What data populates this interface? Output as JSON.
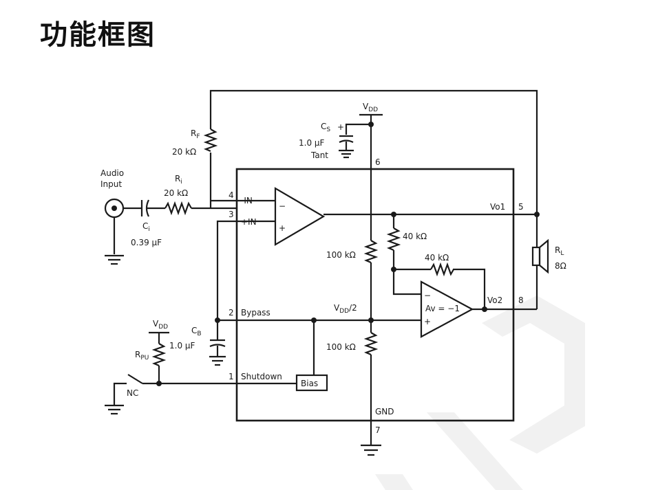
{
  "title": "功能框图",
  "labels": {
    "vdd_top_main": "V",
    "vdd_top_sub": "DD",
    "cs_main": "C",
    "cs_sub": "S",
    "cs_value": "1.0 µF",
    "cs_type": "Tant",
    "pin6": "6",
    "rf_main": "R",
    "rf_sub": "F",
    "rf_value": "20 kΩ",
    "audio_input_1": "Audio",
    "audio_input_2": "Input",
    "ri_main": "R",
    "ri_sub": "i",
    "ri_value": "20 kΩ",
    "ci_main": "C",
    "ci_sub": "i",
    "ci_value": "0.39 µF",
    "pin4": "4",
    "in_minus": "-IN",
    "pin3": "3",
    "in_plus": "+IN",
    "op1_minus": "−",
    "op1_plus": "+",
    "vo1": "Vo1",
    "pin5": "5",
    "r40a": "40 kΩ",
    "r40b": "40 kΩ",
    "r100a": "100 kΩ",
    "r100b": "100 kΩ",
    "rl_main": "R",
    "rl_sub": "L",
    "rl_value": "8Ω",
    "op2_minus": "−",
    "op2_plus": "+",
    "av": "Av = −1",
    "vo2": "Vo2",
    "pin8": "8",
    "pin2": "2",
    "bypass": "Bypass",
    "vdd2_main": "V",
    "vdd2_sub": "DD",
    "vdd2_div": "/2",
    "vdd_left_main": "V",
    "vdd_left_sub": "DD",
    "cb_main": "C",
    "cb_sub": "B",
    "cb_value": "1.0 µF",
    "rpu_main": "R",
    "rpu_sub": "PU",
    "pin1": "1",
    "shutdown": "Shutdown",
    "bias": "Bias",
    "nc": "NC",
    "gnd": "GND",
    "pin7": "7"
  }
}
